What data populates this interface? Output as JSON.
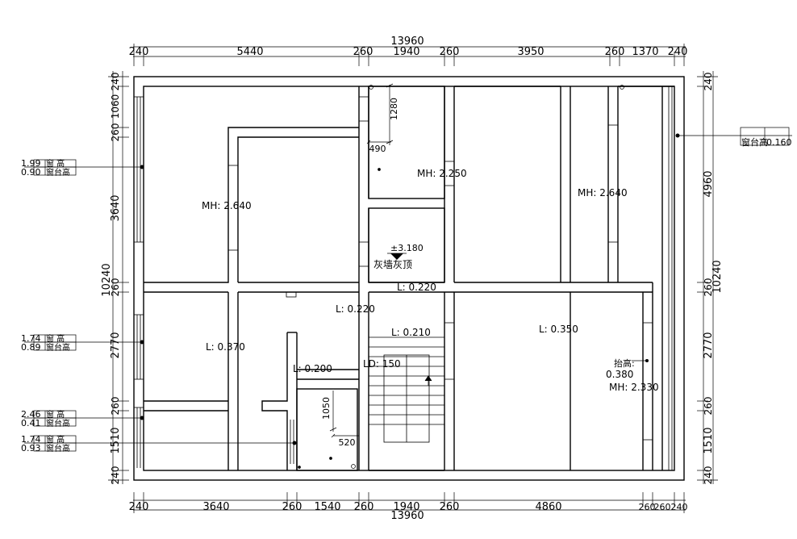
{
  "dimensions": {
    "top_total": "13960",
    "top_segments": [
      "240",
      "5440",
      "260",
      "1940",
      "260",
      "3950",
      "260",
      "1370",
      "240"
    ],
    "bottom_total": "13960",
    "bottom_segments": [
      "240",
      "3640",
      "260",
      "1540",
      "260",
      "1940",
      "260",
      "4860",
      "260",
      "260",
      "240"
    ],
    "left_total": "10240",
    "left_segments": [
      "240",
      "1060",
      "260",
      "3640",
      "260",
      "2770",
      "260",
      "1510",
      "240"
    ],
    "right_total": "10240",
    "right_segments": [
      "240",
      "4960",
      "260",
      "2770",
      "260",
      "1510",
      "240"
    ],
    "inner_dims": [
      "1280",
      "490",
      "1050",
      "520"
    ]
  },
  "window_labels": [
    {
      "height": "1.99",
      "height_label": "窗  高",
      "sill": "0.90",
      "sill_label": "窗台高"
    },
    {
      "height": "1.74",
      "height_label": "窗  高",
      "sill": "0.89",
      "sill_label": "窗台高"
    },
    {
      "height": "2.46",
      "height_label": "窗  高",
      "sill": "0.41",
      "sill_label": "窗台高"
    },
    {
      "height": "1.74",
      "height_label": "窗  高",
      "sill": "0.93",
      "sill_label": "窗台高"
    }
  ],
  "right_window_label": {
    "label": "窗台高",
    "value": "0.160"
  },
  "room_labels": {
    "mh_2640_left": "MH: 2.640",
    "mh_2250": "MH: 2.250",
    "mh_2640_right": "MH: 2.640",
    "level_value": "±3.180",
    "ceiling_note": "灰墙灰顶",
    "l_0220_a": "L: 0.220",
    "l_0220_b": "L: 0.220",
    "l_0210": "L: 0.210",
    "l_0370": "L: 0.370",
    "l_0350": "L: 0.350",
    "l_0200": "L: 0.200",
    "ld_150": "LD: 150",
    "raise_label": "抬高:",
    "raise_value": "0.380",
    "mh_2330": "MH: 2.330"
  }
}
